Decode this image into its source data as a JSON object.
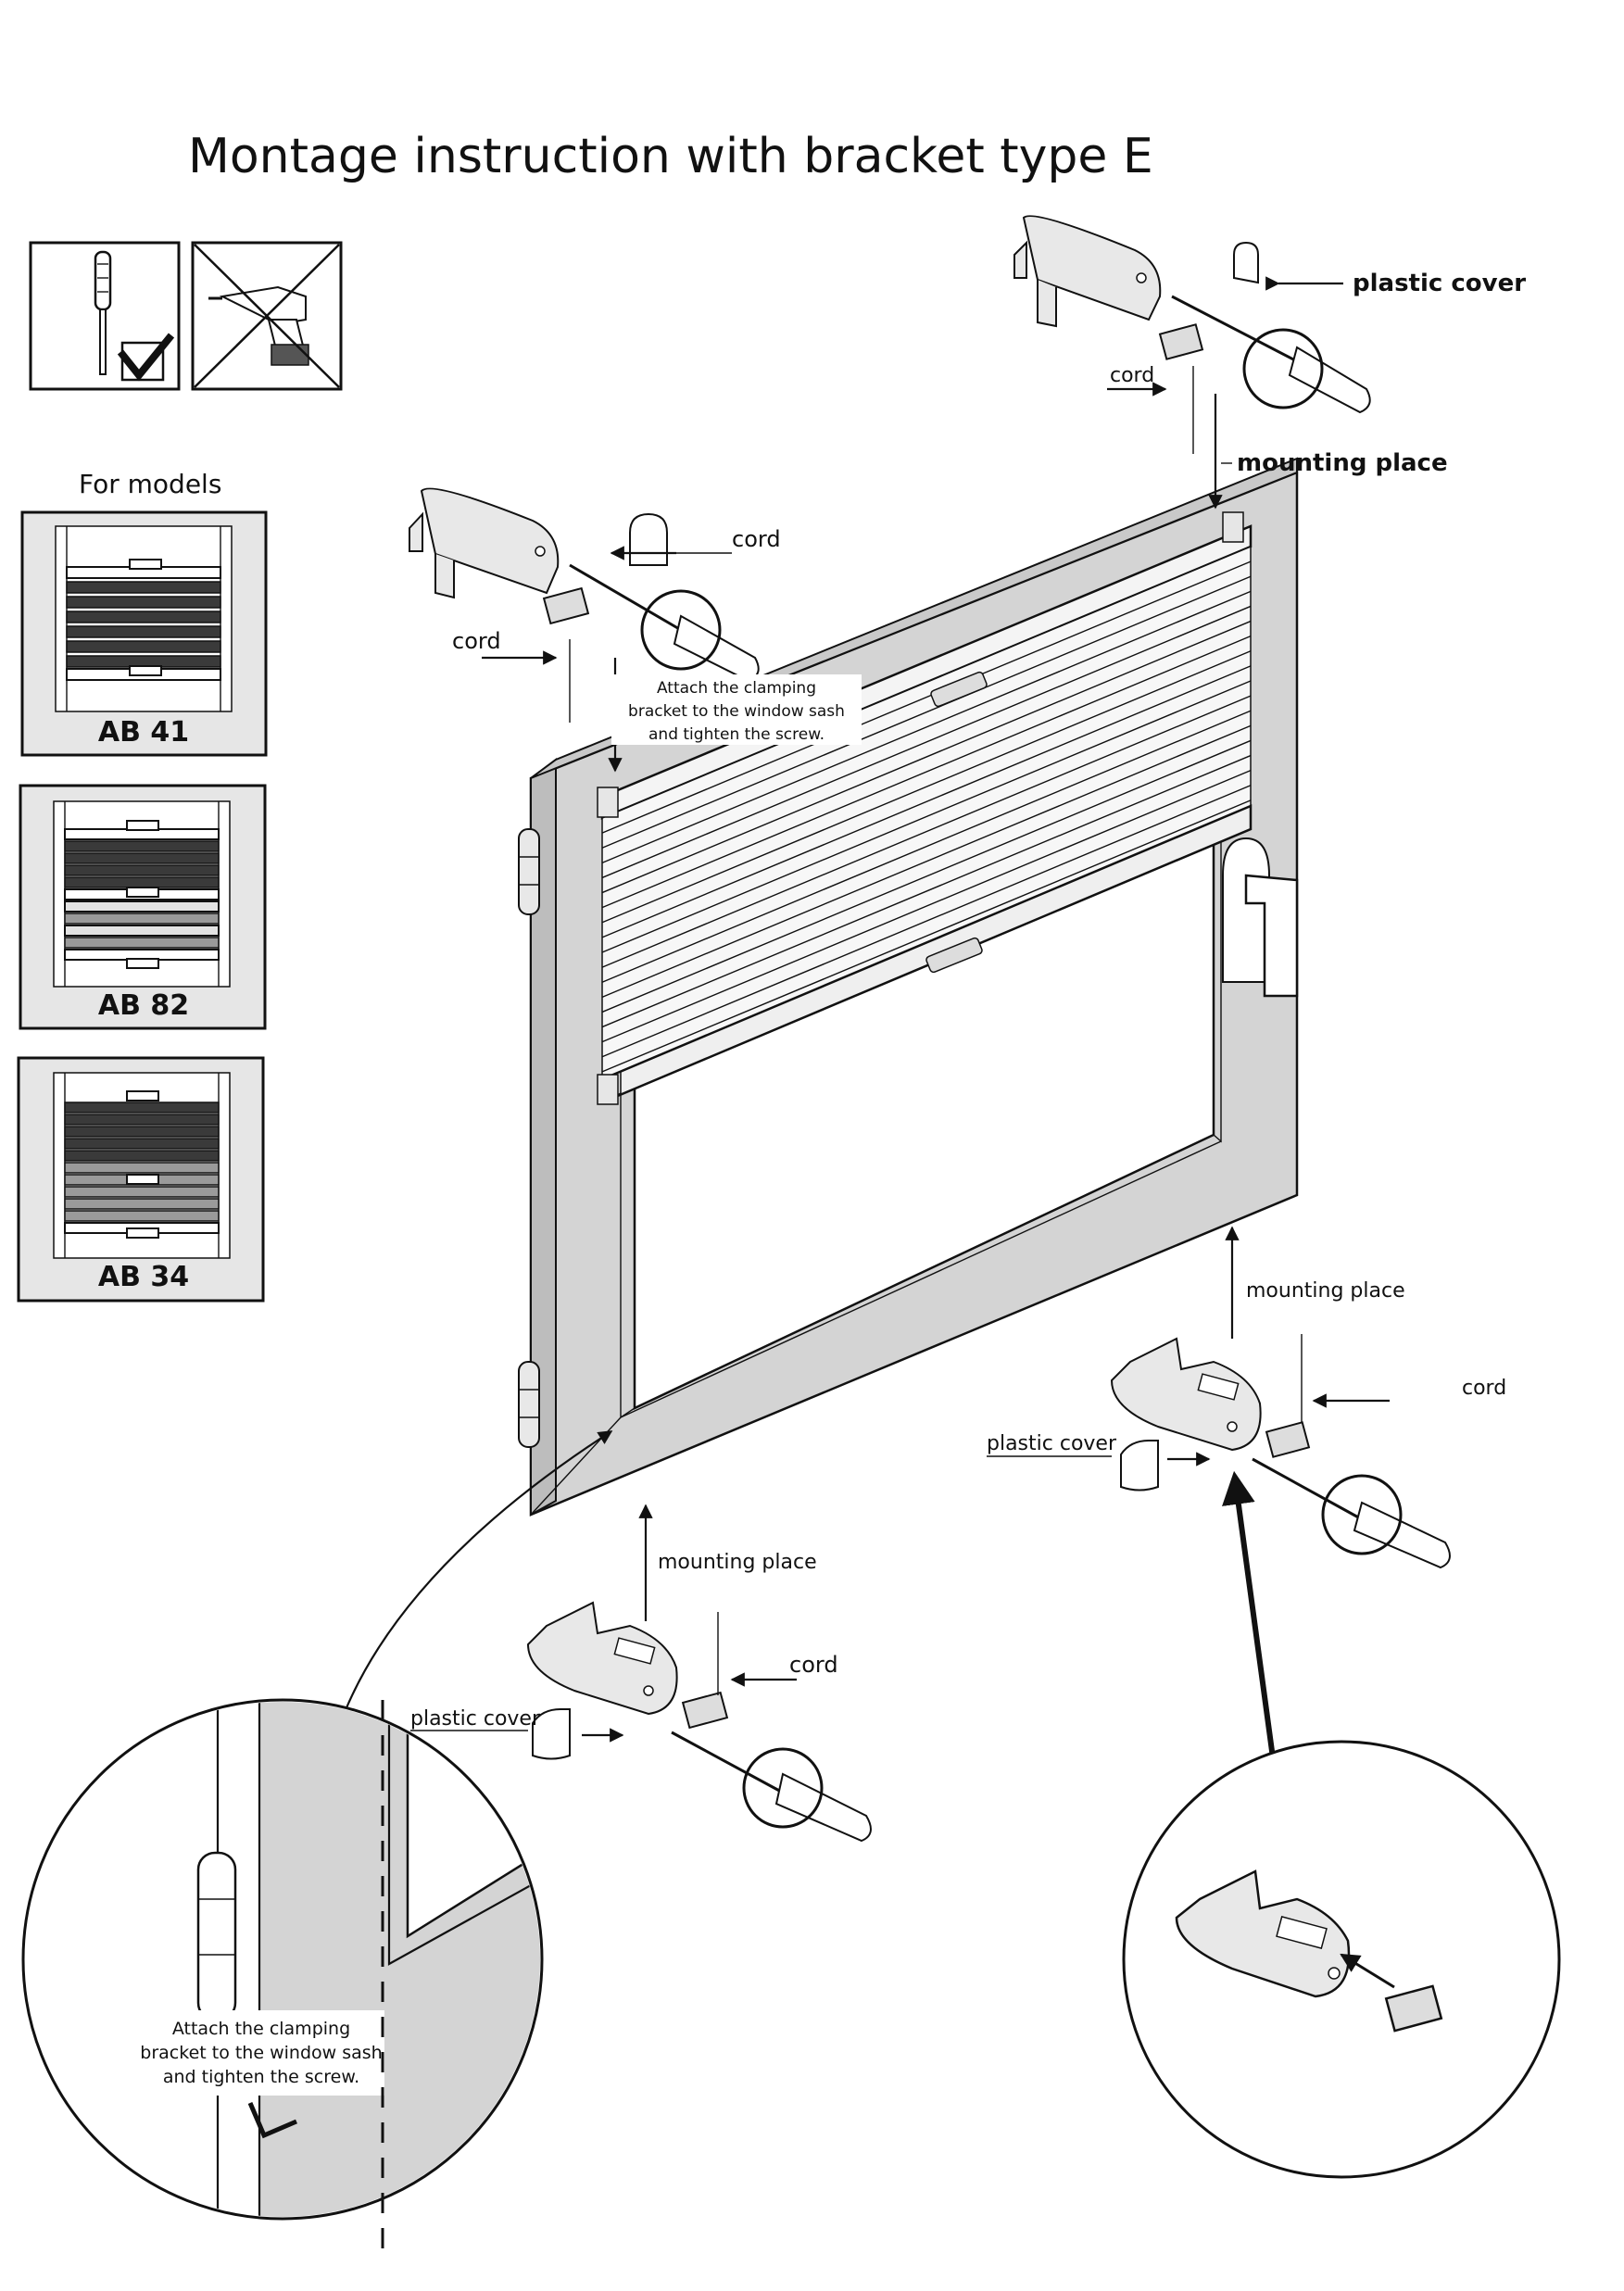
{
  "title": "Montage instruction with bracket type E",
  "tools": {
    "screwdriver_icon": "screwdriver-icon",
    "drill_icon": "crossed-out-drill-icon"
  },
  "models": {
    "heading": "For models",
    "items": [
      "AB 41",
      "AB 82",
      "AB 34"
    ]
  },
  "labels": {
    "top_right": {
      "plastic_cover": "plastic cover",
      "cord": "cord",
      "mounting_place": "mounting place"
    },
    "top_left": {
      "cord_upper": "cord",
      "cord_lower": "cord",
      "note_line1": "Attach the clamping",
      "note_line2": "bracket to the window sash",
      "note_line3": "and tighten the screw."
    },
    "bottom_center": {
      "mounting_place": "mounting place",
      "cord": "cord",
      "plastic_cover": "plastic cover"
    },
    "bottom_right": {
      "mounting_place": "mounting place",
      "cord": "cord",
      "plastic_cover": "plastic cover"
    },
    "zoom_left": {
      "note_line1": "Attach the clamping",
      "note_line2": "bracket to the window sash",
      "note_line3": "and tighten the screw."
    }
  },
  "colors": {
    "frame_fill": "#d4d4d4",
    "ink": "#111111",
    "model_bg": "#e6e6e6"
  }
}
